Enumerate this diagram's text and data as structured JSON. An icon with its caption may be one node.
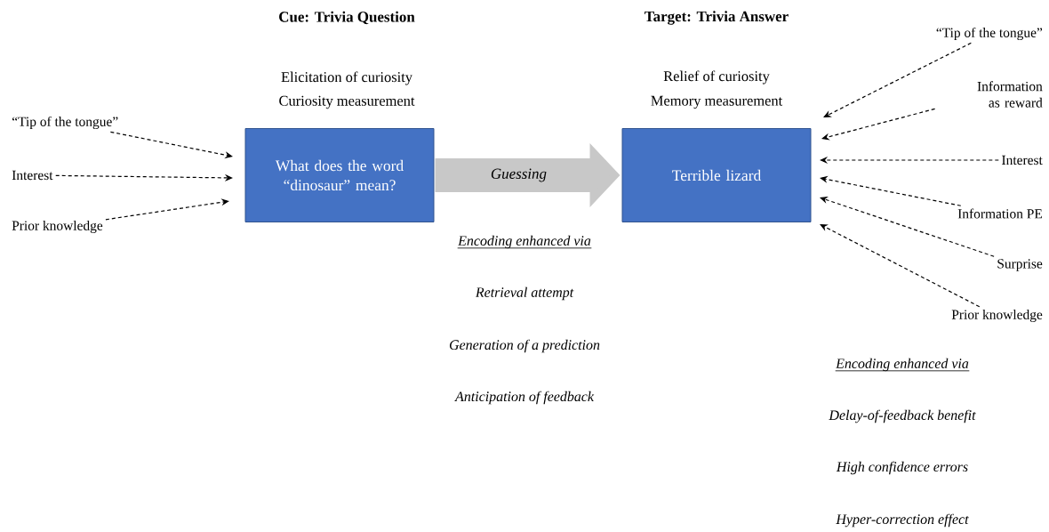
{
  "diagram": {
    "nodes": [
      {
        "text": [
          "What does the word “dinosaur” mean?"
        ]
      },
      {
        "text": [
          "Terrible lizard"
        ]
      },
      {
        "text": [
          "“Tip of the tongue”"
        ]
      },
      {
        "text": [
          "Interest"
        ]
      },
      {
        "text": [
          "Prior knowledge"
        ]
      },
      {
        "text": [
          "“Tip of the tongue”"
        ]
      },
      {
        "text": [
          "Information as reward"
        ]
      },
      {
        "text": [
          "Interest"
        ]
      },
      {
        "text": [
          "Information PE"
        ]
      },
      {
        "text": [
          "Surprise"
        ]
      },
      {
        "text": [
          "Prior knowledge"
        ]
      }
    ],
    "edges": [
      {
        "from": 0,
        "to": 1,
        "arrow": "to",
        "label": "Guessing",
        "style": "thick",
        "color": "#c8c8c8"
      },
      {
        "from": 2,
        "to": 0,
        "arrow": "to",
        "style": "dashed"
      },
      {
        "from": 3,
        "to": 0,
        "arrow": "to",
        "style": "dashed"
      },
      {
        "from": 4,
        "to": 0,
        "arrow": "to",
        "style": "dashed"
      },
      {
        "from": 5,
        "to": 1,
        "arrow": "to",
        "style": "dashed"
      },
      {
        "from": 6,
        "to": 1,
        "arrow": "to",
        "style": "dashed"
      },
      {
        "from": 7,
        "to": 1,
        "arrow": "to",
        "style": "dashed"
      },
      {
        "from": 8,
        "to": 1,
        "arrow": "to",
        "style": "dashed"
      },
      {
        "from": 9,
        "to": 1,
        "arrow": "to",
        "style": "dashed"
      },
      {
        "from": 10,
        "to": 1,
        "arrow": "to",
        "style": "dashed"
      }
    ],
    "labels": [
      "Cue: Trivia Question",
      "Target: Trivia Answer",
      "Elicitation of curiosity",
      "Relief of curiosity",
      "Curiosity measurement",
      "Memory measurement",
      "Encoding enhanced via",
      "Retrieval attempt",
      "Generation of a prediction",
      "Anticipation of feedback",
      "Encoding enhanced via",
      "Delay-of-feedback benefit",
      "High confidence errors",
      "Hyper-correction effect"
    ]
  }
}
